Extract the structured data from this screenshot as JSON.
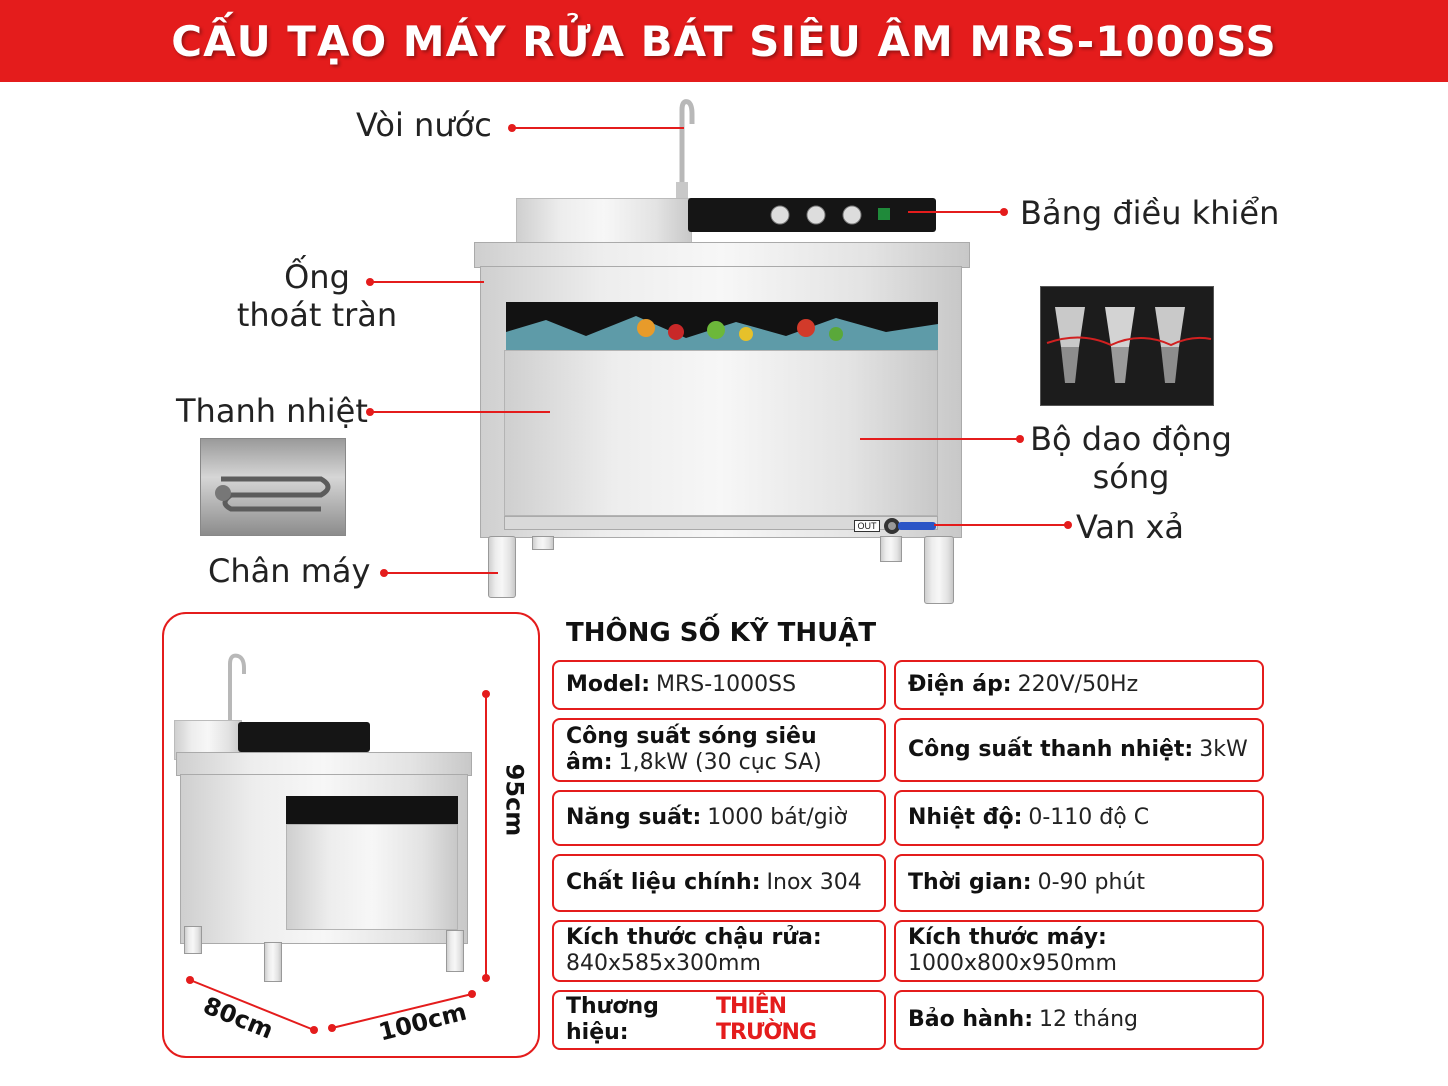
{
  "header": {
    "title": "CẤU TẠO MÁY RỬA BÁT SIÊU ÂM MRS-1000SS"
  },
  "labels": {
    "faucet": "Vòi nước",
    "control_panel": "Bảng điều khiển",
    "overflow_pipe_1": "Ống",
    "overflow_pipe_2": "thoát tràn",
    "heater": "Thanh nhiệt",
    "transducer_1": "Bộ dao động",
    "transducer_2": "sóng",
    "drain_valve": "Van xả",
    "legs": "Chân máy",
    "out_tag": "OUT"
  },
  "dimensions": {
    "height": "95cm",
    "depth": "80cm",
    "width": "100cm"
  },
  "specs": {
    "title": "THÔNG SỐ KỸ THUẬT",
    "model_k": "Model:",
    "model_v": "MRS-1000SS",
    "voltage_k": "Điện áp:",
    "voltage_v": "220V/50Hz",
    "ultra_k": "Công suất sóng siêu",
    "ultra_k2": "âm:",
    "ultra_v": "1,8kW (30 cục SA)",
    "heater_k": "Công suất thanh nhiệt:",
    "heater_v": "3kW",
    "capacity_k": "Năng suất:",
    "capacity_v": "1000 bát/giờ",
    "temp_k": "Nhiệt độ:",
    "temp_v": "0-110 độ C",
    "material_k": "Chất liệu chính:",
    "material_v": "Inox 304",
    "time_k": "Thời gian:",
    "time_v": "0-90 phút",
    "basin_k": "Kích thước chậu rửa:",
    "basin_v": "840x585x300mm",
    "size_k": "Kích thước máy:",
    "size_v": "1000x800x950mm",
    "brand_k": "Thương hiệu:",
    "brand_v": "THIÊN TRƯỜNG",
    "warranty_k": "Bảo hành:",
    "warranty_v": "12 tháng"
  },
  "colors": {
    "accent": "#e41c1c",
    "panel": "#151515"
  }
}
